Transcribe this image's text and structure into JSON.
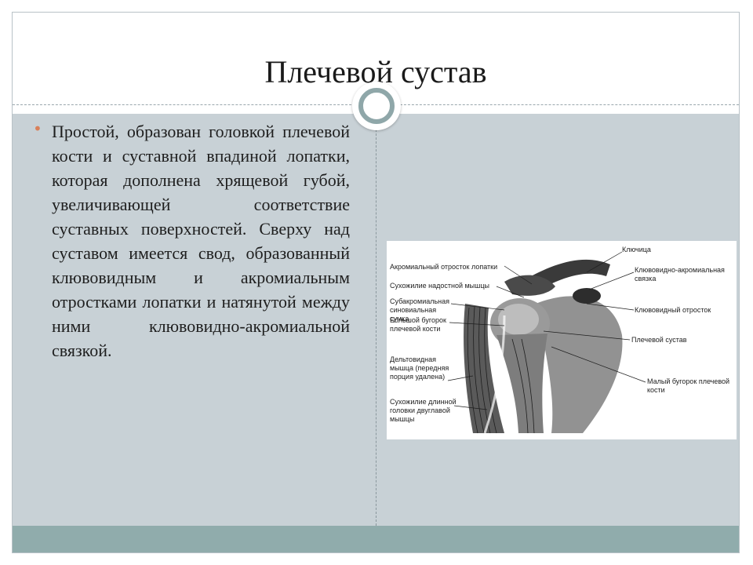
{
  "slide": {
    "title": "Плечевой сустав",
    "bullet_text": "Простой, образован головкой плечевой кости и суставной впадиной лопатки, которая дополнена хрящевой губой, увеличивающей соответствие суставных поверхностей. Сверху над суставом имеется свод, образованный клювовидным и акромиальным отростками лопатки и натянутой между ними клювовидно-акромиальной связкой.",
    "bullet_icon": "bullet-dot-icon"
  },
  "figure": {
    "labels_left": [
      "Акромиальный отросток лопатки",
      "Сухожилие надостной мышцы",
      "Субакромиальная синовиальная сумка",
      "Большой бугорок плечевой кости",
      "Дельтовидная мышца (передняя порция удалена)",
      "Сухожилие длинной головки двуглавой мышцы"
    ],
    "labels_right": [
      "Ключица",
      "Клювовидно-акромиальная связка",
      "Клювовидный отросток",
      "Плечевой сустав",
      "Малый бугорок плечевой кости"
    ]
  },
  "colors": {
    "content_bg": "#c8d1d6",
    "footer_bar": "#90acac",
    "circle_ring": "#8fa7a9",
    "bullet": "#d9805a"
  }
}
